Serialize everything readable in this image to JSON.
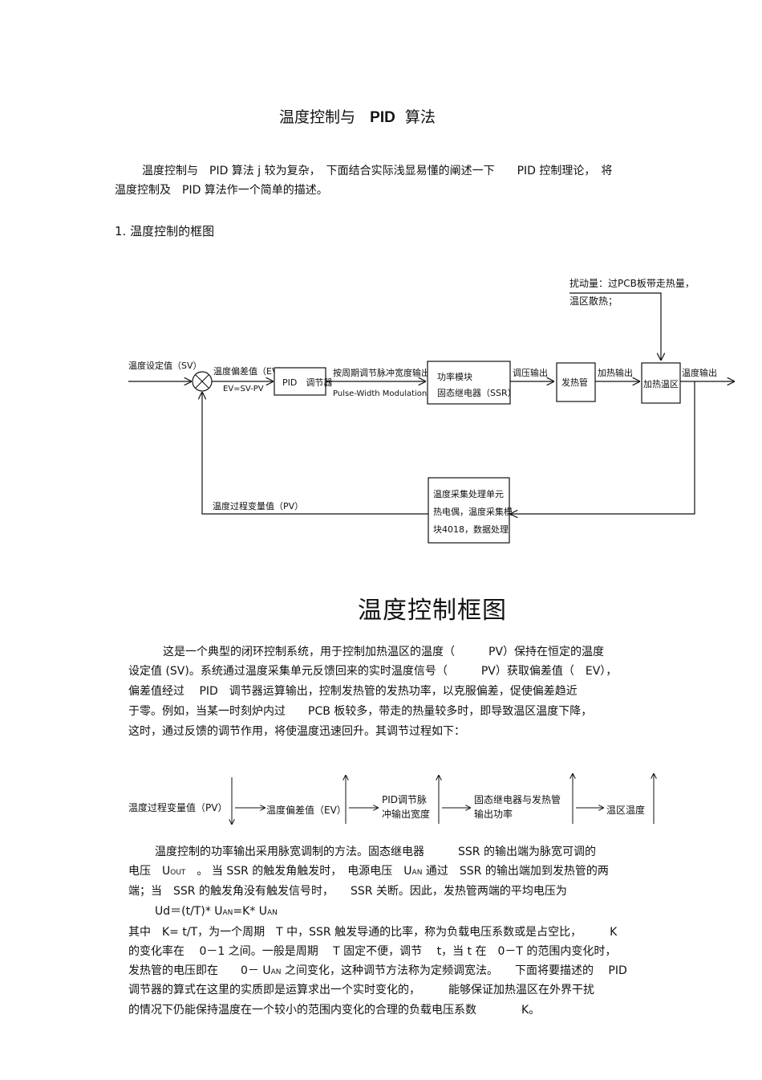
{
  "title": {
    "left": "温度控制与",
    "bold": "PID",
    "right": "算法"
  },
  "intro": {
    "line1": "温度控制与　PID 算法 j 较为复杂，　下面结合实际浅显易懂的阐述一下　　PID 控制理论，　将",
    "line2": "温度控制及　PID 算法作一个简单的描述。"
  },
  "section1": "1.  温度控制的框图",
  "block_diagram": {
    "disturbance": [
      "扰动量：过PCB板带走热量，",
      "温区散热；"
    ],
    "sv_label": "温度设定值（SV）",
    "ev_label": "温度偏差值（EV）",
    "ev_formula": "EV=SV-PV",
    "pid_box": "PID　调节器",
    "pwm_label": "按周期调节脉冲宽度输出（",
    "pwm_label2": "Pulse-Width Modulation ）",
    "power_box": [
      "功率模块",
      "固态继电器（SSR）"
    ],
    "voltage_out": "调压输出",
    "heater_box": "发热管",
    "heat_out": "加热输出",
    "zone_box": "加热温区",
    "temp_out": "温度输出",
    "pv_label": "温度过程变量值（PV）",
    "sampling_box": [
      "温度采集处理单元",
      "热电偶，温度采集模",
      "块4018，数据处理"
    ],
    "caption": "温度控制框图"
  },
  "para2": [
    "这是一个典型的闭环控制系统，用于控制加热温区的温度（　　　PV）保持在恒定的温度",
    "设定值 (SV)。系统通过温度采集单元反馈回来的实时温度信号（　　　PV）获取偏差值（　EV），",
    "偏差值经过　 PID　调节器运算输出，控制发热管的发热功率，以克服偏差，促使偏差趋近",
    "于零。例如，当某一时刻炉内过　　PCB 板较多，带走的热量较多时，即导致温区温度下降，",
    "这时，通过反馈的调节作用，将使温度迅速回升。其调节过程如下："
  ],
  "flow": {
    "pv": "温度过程变量值（PV）",
    "ev": "温度偏差值（EV）",
    "pid": [
      "PID调节脉",
      "冲输出宽度"
    ],
    "ssr": [
      "固态继电器与发热管",
      "输出功率"
    ],
    "zone": "温区温度"
  },
  "para3": {
    "l1": "温度控制的功率输出采用脉宽调制的方法。固态继电器　　　SSR 的输出端为脉宽可调的",
    "l2a": "电压　U",
    "l2sub": "OUT",
    "l2b": "　。  当 SSR 的触发角触发时，　电源电压　U",
    "l2sub2": "AN",
    "l2c": " 通过　SSR 的输出端加到发热管的两",
    "l3": "端；当　SSR 的触发角没有触发信号时，　　SSR 关断。因此，发热管两端的平均电压为",
    "formula_a": "Ud＝(t/T)* U",
    "formula_sub": "AN",
    "formula_b": "=K* U",
    "formula_sub2": "AN",
    "l5": "其中　K= t/T，为一个周期　T 中，SSR 触发导通的比率，称为负载电压系数或是占空比，　　　K",
    "l6": "的变化率在　 0－1 之间。一般是周期　 T 固定不便，调节　 t，当 t 在　0－T 的范围内变化时，",
    "l7a": "发热管的电压即在　　0－ U",
    "l7sub": "AN",
    "l7b": " 之间变化，这种调节方法称为定频调宽法。　　下面将要描述的　 PID",
    "l8": "调节器的算式在这里的实质即是运算求出一个实时变化的，　　　能够保证加热温区在外界干扰",
    "l9": "的情况下仍能保持温度在一个较小的范围内变化的合理的负载电压系数　　　　K。"
  }
}
